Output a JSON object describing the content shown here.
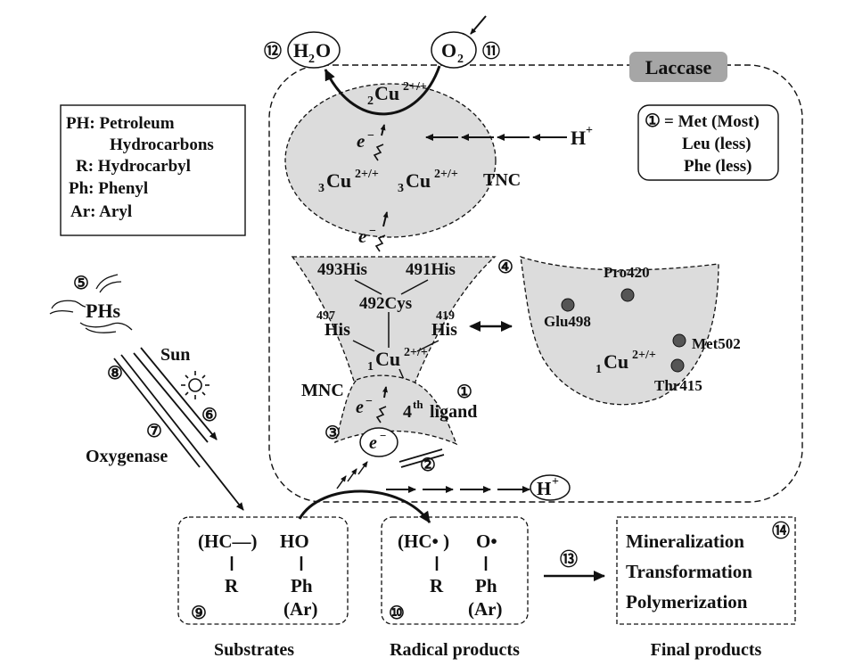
{
  "title": "Laccase",
  "legend_box": {
    "ph": "PH: Petroleum",
    "ph_cont": "Hydrocarbons",
    "r": "R: Hydrocarbyl",
    "phenyl": "Ph: Phenyl",
    "aryl": "Ar: Aryl"
  },
  "ligand_box": {
    "line1": "= Met (Most)",
    "line2": "Leu (less)",
    "line3": "Phe (less)",
    "marker": "①"
  },
  "tnc": {
    "label": "TNC",
    "cu_top": "Cu",
    "cu_sup": "2+/+",
    "sub2": "2",
    "sub3": "3",
    "electron": "e",
    "minus": "−"
  },
  "water": {
    "h": "H",
    "sub": "2",
    "o": "O"
  },
  "oxygen": {
    "o": "O",
    "sub": "2"
  },
  "proton_top": {
    "h": "H",
    "plus": "+"
  },
  "proton_bottom": {
    "h": "H",
    "plus": "+"
  },
  "mnc": {
    "label": "MNC",
    "his493": "493His",
    "his491": "491His",
    "cys": "492Cys",
    "his497_num": "497",
    "his497": "His",
    "his419_num": "419",
    "his419": "His",
    "cu_sub": "1",
    "cu": "Cu",
    "cu_sup": "2+/+",
    "fourth_num": "4",
    "fourth_sup": "th",
    "fourth_word": "ligand"
  },
  "pocket": {
    "pro": "Pro420",
    "glu": "Glu498",
    "met": "Met502",
    "thr": "Thr415",
    "cu_sub": "1",
    "cu": "Cu",
    "cu_sup": "2+/+"
  },
  "pathway": {
    "phs": "PHs",
    "sun": "Sun",
    "oxygenase": "Oxygenase"
  },
  "substrates": {
    "hc": "(HC—)",
    "ho": "HO",
    "r": "R",
    "ph": "Ph",
    "ar": "(Ar)",
    "caption": "Substrates"
  },
  "radicals": {
    "hc": "(HC• )",
    "o": "O•",
    "r": "R",
    "ph": "Ph",
    "ar": "(Ar)",
    "caption": "Radical products"
  },
  "final": {
    "l1": "Mineralization",
    "l2": "Transformation",
    "l3": "Polymerization",
    "caption": "Final products"
  },
  "markers": {
    "m1": "①",
    "m2": "②",
    "m3": "③",
    "m4": "④",
    "m5": "⑤",
    "m6": "⑥",
    "m7": "⑦",
    "m8": "⑧",
    "m9": "⑨",
    "m10": "⑩",
    "m11": "⑪",
    "m12": "⑫",
    "m13": "⑬",
    "m14": "⑭"
  },
  "colors": {
    "lobe_fill": "#dcdcdc",
    "title_fill": "#a6a6a6",
    "residue_dot": "#555555"
  }
}
